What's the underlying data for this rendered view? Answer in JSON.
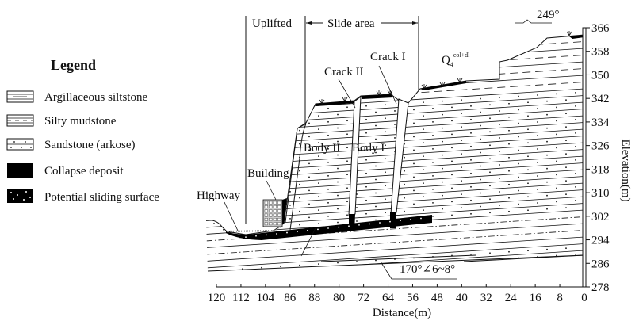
{
  "legend": {
    "title": "Legend",
    "items": [
      {
        "label": "Argillaceous siltstone",
        "pattern": "dashed-lines"
      },
      {
        "label": "Silty mudstone",
        "pattern": "dash-dot-lines"
      },
      {
        "label": "Sandstone (arkose)",
        "pattern": "dotted-lines"
      },
      {
        "label": "Collapse deposit",
        "pattern": "solid-black"
      },
      {
        "label": "Potential sliding surface",
        "pattern": "black-with-white-dots"
      }
    ]
  },
  "labels": {
    "uplifted": "Uplifted",
    "slide_area": "Slide area",
    "crack_1": "Crack I",
    "crack_2": "Crack II",
    "body_1": "Body I",
    "body_2": "Body II",
    "building": "Building",
    "highway": "Highway",
    "quaternary": "Q",
    "quaternary_sub": "4",
    "quaternary_sup": "col+dl",
    "strike": "249°",
    "dip": "170°∠6~8°"
  },
  "axes": {
    "x_label": "Distance(m)",
    "x_ticks": [
      "120",
      "112",
      "104",
      "86",
      "88",
      "80",
      "72",
      "64",
      "56",
      "48",
      "40",
      "32",
      "24",
      "16",
      "8",
      "0"
    ],
    "y_label": "Elevation(m)",
    "y_ticks": [
      "366",
      "358",
      "350",
      "342",
      "334",
      "326",
      "318",
      "310",
      "302",
      "294",
      "286",
      "278"
    ]
  }
}
